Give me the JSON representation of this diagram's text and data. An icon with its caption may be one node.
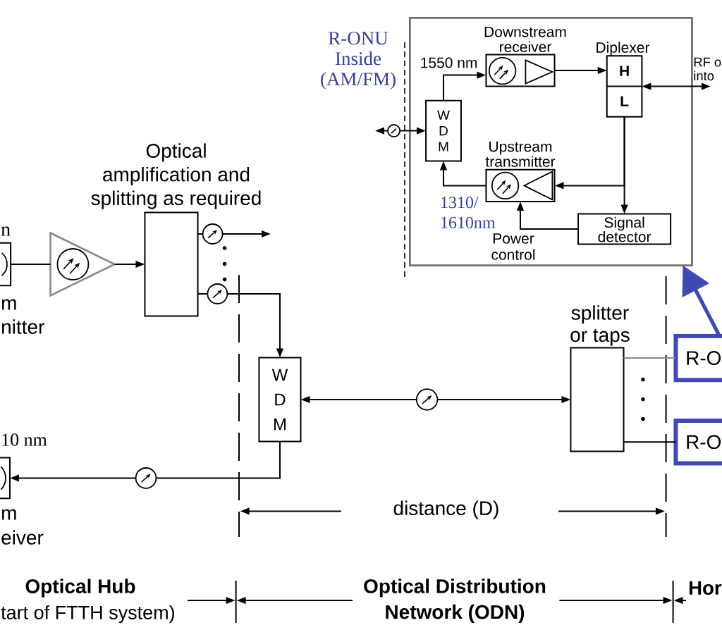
{
  "diagram": {
    "nodes": [
      {
        "text": [
          "R-ONU Inside (AM/FM)"
        ]
      },
      {
        "text": [
          "Downstream receiver"
        ],
        "in": 0
      },
      {
        "text": [
          "Diplexer",
          "H",
          "L"
        ],
        "in": 0
      },
      {
        "text": [
          "W D M"
        ],
        "in": 0
      },
      {
        "text": [
          "Upstream transmitter"
        ],
        "in": 0
      },
      {
        "text": [
          "Signal detector"
        ],
        "in": 0
      },
      {
        "text": [
          "n",
          "m nitter"
        ]
      },
      {
        "text": [],
        "shape": "triangle"
      },
      {
        "text": [
          "Optical amplification and splitting as required"
        ]
      },
      {
        "text": [
          "W D M"
        ]
      },
      {
        "text": [
          "10 nm",
          "m eiver"
        ]
      },
      {
        "text": [
          "splitter or taps"
        ]
      },
      {
        "text": [
          "R-O"
        ]
      },
      {
        "text": [
          "R-O"
        ]
      }
    ],
    "edges": [
      {
        "from": 3,
        "to": 1,
        "arrow": "to",
        "label": "1550 nm"
      },
      {
        "from": 1,
        "to": 2,
        "arrow": "to"
      },
      {
        "from": 2,
        "to": null,
        "arrow": "both",
        "label": "RF o into"
      },
      {
        "from": 2,
        "to": 5,
        "arrow": "to"
      },
      {
        "from": 2,
        "to": 4,
        "arrow": "to"
      },
      {
        "from": 5,
        "to": 4,
        "arrow": "to",
        "label": "Power control"
      },
      {
        "from": 4,
        "to": 3,
        "arrow": "to",
        "label": "1310/ 1610nm"
      },
      {
        "from": null,
        "to": 3,
        "arrow": "both"
      },
      {
        "from": 6,
        "to": 7,
        "arrow": "none"
      },
      {
        "from": 7,
        "to": 8,
        "arrow": "to"
      },
      {
        "from": 8,
        "to": null,
        "arrow": "to"
      },
      {
        "from": 8,
        "to": 9,
        "arrow": "to"
      },
      {
        "from": 9,
        "to": 10,
        "arrow": "to"
      },
      {
        "from": 9,
        "to": 11,
        "arrow": "both"
      },
      {
        "from": 11,
        "to": 12,
        "arrow": "none",
        "color": "#8c8c8c"
      },
      {
        "from": 11,
        "to": 13,
        "arrow": "none"
      },
      {
        "from": 12,
        "to": 0,
        "arrow": "to",
        "style": "thick",
        "color": "#3f48b3"
      }
    ],
    "labels": [
      "distance (D)",
      "Optical Hub",
      "tart of FTTH system)",
      "Optical Distribution Network (ODN)",
      "Hor"
    ]
  }
}
